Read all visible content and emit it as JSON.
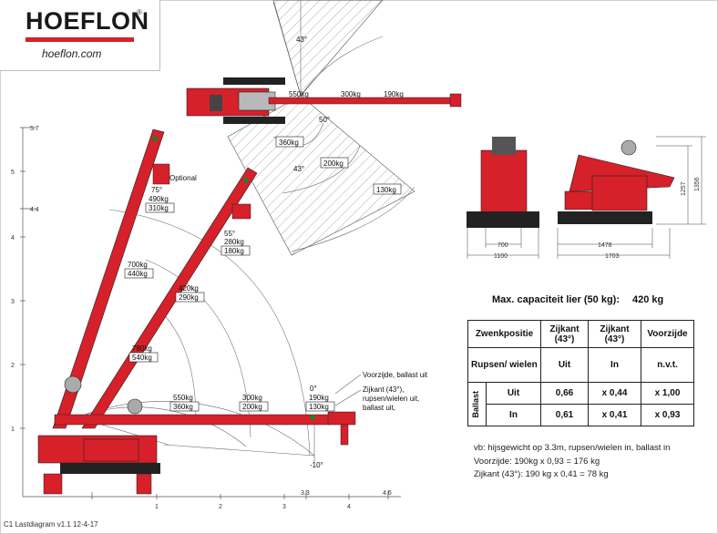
{
  "brand": {
    "name": "HOEFLON",
    "registered": "®",
    "url": "hoeflon.com"
  },
  "axes": {
    "y_ticks": [
      "1",
      "2",
      "3",
      "4",
      "5"
    ],
    "y_marks": [
      "5.7",
      "4.4"
    ],
    "x_ticks": [
      "1",
      "2",
      "3",
      "4"
    ],
    "x_marks": [
      "3.3",
      "4.6"
    ]
  },
  "top_view": {
    "angle_top": "43°",
    "angle_mid": "50°",
    "angle_bottom": "43°",
    "loads_top": [
      "550kg",
      "300kg",
      "190kg"
    ],
    "loads_side": [
      "360kg",
      "200kg",
      "130kg"
    ]
  },
  "side_view": {
    "boom_75": {
      "optional": "Optional",
      "angle": "75°",
      "load": "490kg",
      "load_boxed": "310kg"
    },
    "boom_55": {
      "angle": "55°",
      "load": "280kg",
      "load_boxed": "180kg"
    },
    "labels": [
      {
        "load": "700kg",
        "boxed": "440kg"
      },
      {
        "load": "420kg",
        "boxed": "290kg"
      },
      {
        "load": "780kg",
        "boxed": "540kg"
      },
      {
        "load": "550kg",
        "boxed": "360kg"
      },
      {
        "load": "300kg",
        "boxed": "200kg"
      }
    ],
    "angle_0": "0°",
    "load_0": "190kg",
    "load_0_boxed": "130kg",
    "angle_neg10": "-10°",
    "legend_front": "Voorzijde, ballast uit",
    "legend_side_1": "Zijkant (43°),",
    "legend_side_2": "rupsen/wielen uit,",
    "legend_side_3": "ballast uit,"
  },
  "dimensions": {
    "front_track": "700",
    "front_width": "1100",
    "side_track": "1478",
    "side_length": "1703",
    "height_inner": "1257",
    "height_outer": "1356"
  },
  "capacity": {
    "label": "Max. capaciteit lier (50 kg):",
    "value": "420 kg"
  },
  "table": {
    "headers": [
      "Zwenkpositie",
      "Zijkant (43°)",
      "Zijkant (43°)",
      "Voorzijde"
    ],
    "sub": [
      "Rupsen/ wielen",
      "Uit",
      "In",
      "n.v.t."
    ],
    "group": "Ballast",
    "rows": [
      {
        "label": "Uit",
        "cells": [
          "0,66",
          "x 0,44",
          "x 1,00"
        ]
      },
      {
        "label": "In",
        "cells": [
          "0,61",
          "x 0,41",
          "x 0,93"
        ]
      }
    ]
  },
  "notes": [
    "vb: hijsgewicht op 3.3m, rupsen/wielen in, ballast in",
    "Voorzijde: 190kg x 0,93 = 176 kg",
    "Zijkant (43°): 190 kg x 0,41 = 78 kg"
  ],
  "footer": "C1 Lastdiagram v1.1 12-4-17",
  "colors": {
    "machine": "#d6202a",
    "dark": "#222222",
    "hatch": "#888888"
  }
}
